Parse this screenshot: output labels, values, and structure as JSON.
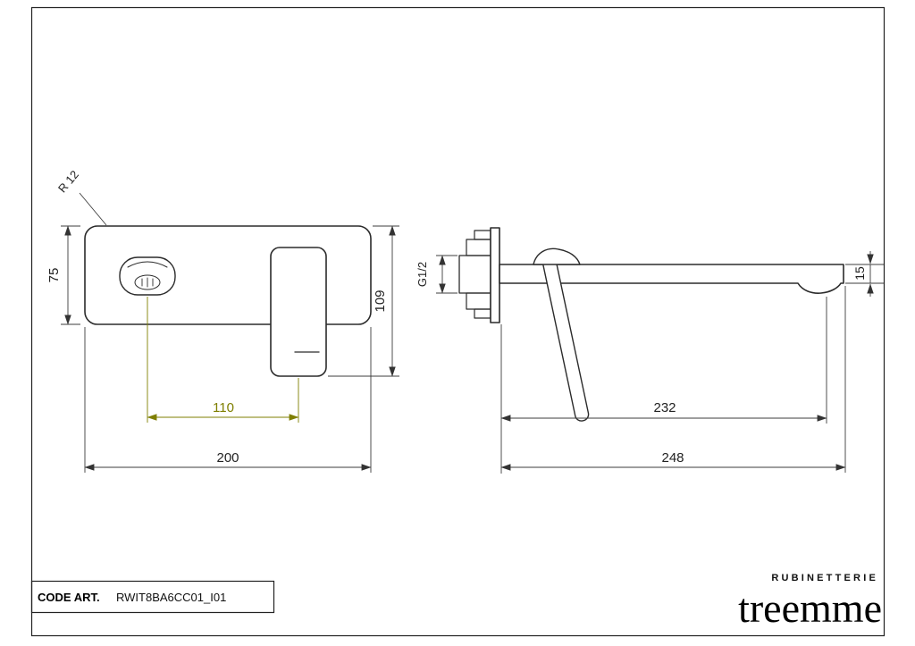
{
  "front_view": {
    "radius_label": "R 12",
    "dim_plate_height": "75",
    "dim_total_height": "109",
    "dim_spout_to_handle": "110",
    "dim_plate_width": "200"
  },
  "side_view": {
    "thread_label": "G1/2",
    "dim_tip_height": "15",
    "dim_spout_reach": "232",
    "dim_total_depth": "248"
  },
  "title_block": {
    "code_label": "CODE ART.",
    "code_value": "RWIT8BA6CC01_I01"
  },
  "brand": {
    "sub": "RUBINETTERIE",
    "name": "treemme"
  },
  "colors": {
    "line": "#2b2b2b",
    "dimension": "#3c3c3c",
    "highlight": "#7f7f00"
  }
}
